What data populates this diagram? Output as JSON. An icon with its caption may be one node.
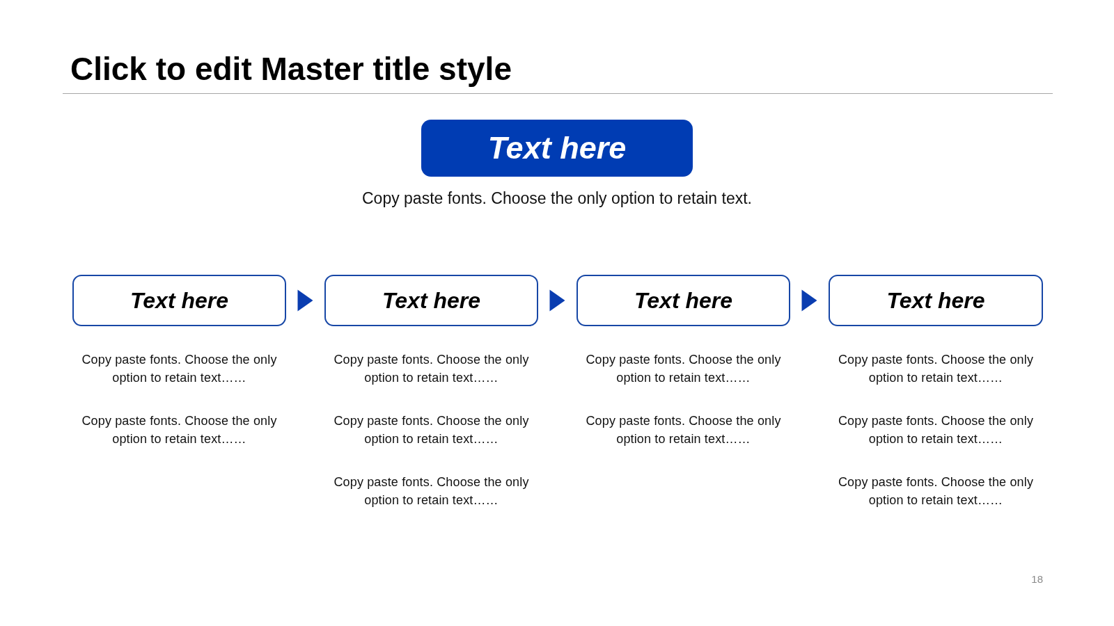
{
  "diagram": {
    "title": "Click to edit Master title style",
    "nodes": [
      {
        "text": [
          "Text here"
        ],
        "beside": [
          "Copy paste fonts. Choose the only option to retain text."
        ]
      },
      {
        "text": [
          "Text here"
        ],
        "beside": [
          "Copy paste fonts. Choose the only option to retain text……",
          "Copy paste fonts. Choose the only option to retain text……"
        ]
      },
      {
        "text": [
          "Text here"
        ],
        "beside": [
          "Copy paste fonts. Choose the only option to retain text……",
          "Copy paste fonts. Choose the only option to retain text……",
          "Copy paste fonts. Choose the only option to retain text……"
        ]
      },
      {
        "text": [
          "Text here"
        ],
        "beside": [
          "Copy paste fonts. Choose the only option to retain text……",
          "Copy paste fonts. Choose the only option to retain text……"
        ]
      },
      {
        "text": [
          "Text here"
        ],
        "beside": [
          "Copy paste fonts. Choose the only option to retain text……",
          "Copy paste fonts. Choose the only option to retain text……",
          "Copy paste fonts. Choose the only option to retain text……"
        ]
      }
    ],
    "edges": [
      {
        "from": 1,
        "to": 2,
        "arrow": "to"
      },
      {
        "from": 2,
        "to": 3,
        "arrow": "to"
      },
      {
        "from": 3,
        "to": 4,
        "arrow": "to"
      }
    ],
    "labels": [
      "18"
    ]
  }
}
